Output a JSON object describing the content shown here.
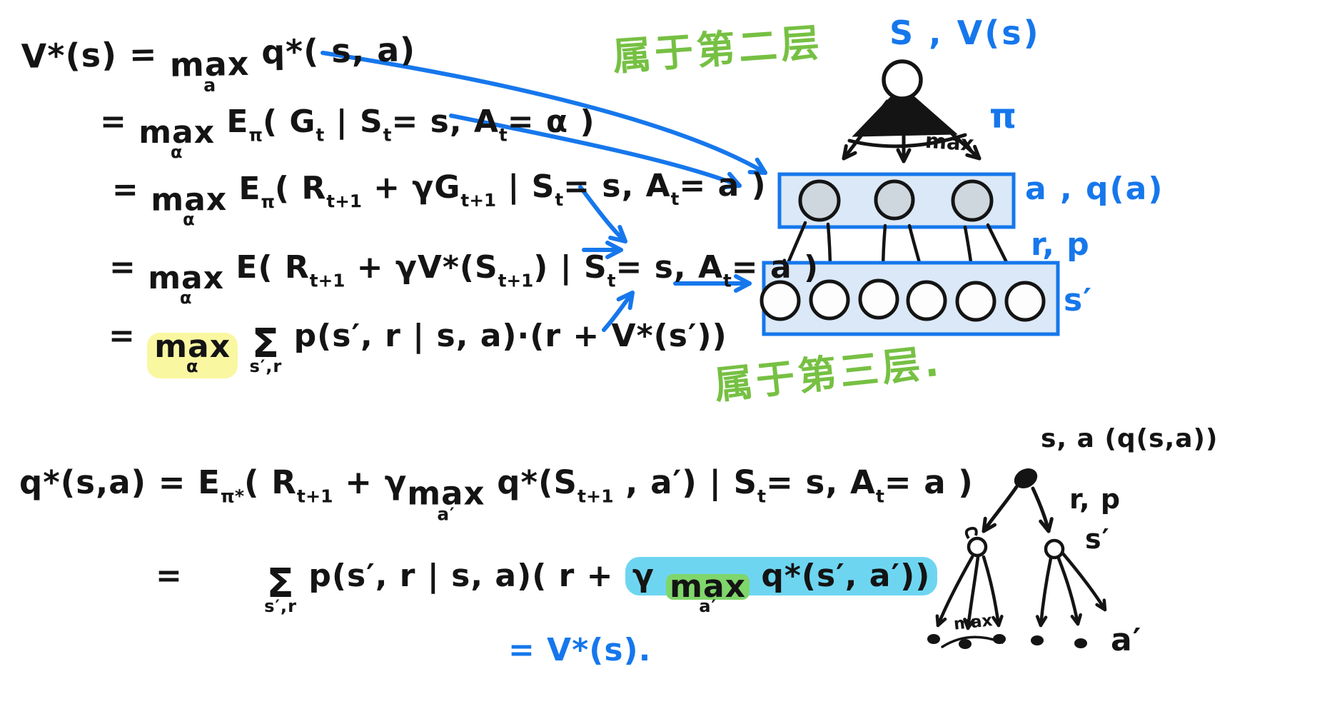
{
  "colors": {
    "ink": "#141414",
    "blue_ink": "#1677ec",
    "green_ink": "#76c043",
    "box_fill": "#dbe8f7",
    "action_node_gray": "#ced6de",
    "highlight_yellow": "#faf7a1",
    "highlight_cyan": "#6ed5f1",
    "highlight_green": "#7fd66b"
  },
  "formulas": {
    "vstar": {
      "lines": [
        {
          "segs": [
            {
              "t": "V*(s) = "
            },
            {
              "stack": {
                "top": "max",
                "bot": "a"
              }
            },
            {
              "t": " q*( s, a)"
            }
          ]
        },
        {
          "segs": [
            {
              "t": "= "
            },
            {
              "stack": {
                "top": "max",
                "bot": "α"
              }
            },
            {
              "t": " E"
            },
            {
              "t": "π",
              "sub": true
            },
            {
              "t": "( G"
            },
            {
              "t": "t",
              "sub": true
            },
            {
              "t": " | S"
            },
            {
              "t": "t",
              "sub": true
            },
            {
              "t": "= s, A"
            },
            {
              "t": "t",
              "sub": true
            },
            {
              "t": "= α )"
            }
          ]
        },
        {
          "segs": [
            {
              "t": "= "
            },
            {
              "stack": {
                "top": "max",
                "bot": "α"
              }
            },
            {
              "t": " E"
            },
            {
              "t": "π",
              "sub": true
            },
            {
              "t": "( R"
            },
            {
              "t": "t+1",
              "sub": true
            },
            {
              "t": " + γG"
            },
            {
              "t": "t+1",
              "sub": true
            },
            {
              "t": " | S"
            },
            {
              "t": "t",
              "sub": true
            },
            {
              "t": "= s, A"
            },
            {
              "t": "t",
              "sub": true
            },
            {
              "t": "= a )"
            }
          ]
        },
        {
          "segs": [
            {
              "t": "= "
            },
            {
              "stack": {
                "top": "max",
                "bot": "α"
              }
            },
            {
              "t": " E( R"
            },
            {
              "t": "t+1",
              "sub": true
            },
            {
              "t": " + γV*(S"
            },
            {
              "t": "t+1",
              "sub": true
            },
            {
              "t": ") | S"
            },
            {
              "t": "t",
              "sub": true
            },
            {
              "t": "= s, A"
            },
            {
              "t": "t",
              "sub": true
            },
            {
              "t": "= a )"
            }
          ]
        },
        {
          "segs": [
            {
              "t": "= "
            },
            {
              "stack": {
                "top": "max",
                "bot": "α"
              },
              "hl": "yellow"
            },
            {
              "t": " "
            },
            {
              "stack": {
                "top": "Σ",
                "bot": "s′,r"
              },
              "big": true
            },
            {
              "t": " p(s′, r | s, a)·(r + V*(s′))"
            }
          ]
        }
      ]
    },
    "qstar": {
      "lines": [
        {
          "segs": [
            {
              "t": "q*(s,a) = E"
            },
            {
              "t": "π*",
              "sub": true
            },
            {
              "t": "( R"
            },
            {
              "t": "t+1",
              "sub": true
            },
            {
              "t": " + γ"
            },
            {
              "stack": {
                "top": "max",
                "bot": "a′"
              }
            },
            {
              "t": " q*(S"
            },
            {
              "t": "t+1",
              "sub": true
            },
            {
              "t": " , a′) | S"
            },
            {
              "t": "t",
              "sub": true
            },
            {
              "t": "= s, A"
            },
            {
              "t": "t",
              "sub": true
            },
            {
              "t": "= a )"
            }
          ]
        },
        {
          "segs": [
            {
              "t": "=       "
            },
            {
              "stack": {
                "top": "Σ",
                "bot": "s′,r"
              },
              "big": true
            },
            {
              "t": " p(s′, r | s, a)( r + "
            },
            {
              "hl": "cyan",
              "group": [
                {
                  "t": "γ "
                },
                {
                  "stack": {
                    "top": "max",
                    "bot": "a′"
                  },
                  "hlTop": "green"
                },
                {
                  "t": " q*(s′, a′))"
                }
              ]
            }
          ]
        }
      ]
    },
    "vstar_note": "= V*(s)."
  },
  "backup_diagram": {
    "state_label": "S , V(s)",
    "policy_label": "π",
    "max_label": "max",
    "action_label": "a , q(a)",
    "reward_label": "r, p",
    "next_state_label": "s′"
  },
  "mini_diagram": {
    "root_label": "s, a (q(s,a))",
    "reward_label": "r, p",
    "next_state_label": "s′",
    "max_label": "max",
    "action_label": "a′"
  },
  "annotations": {
    "layer2_note": "属于第二层",
    "layer3_note": "属于第三层."
  }
}
